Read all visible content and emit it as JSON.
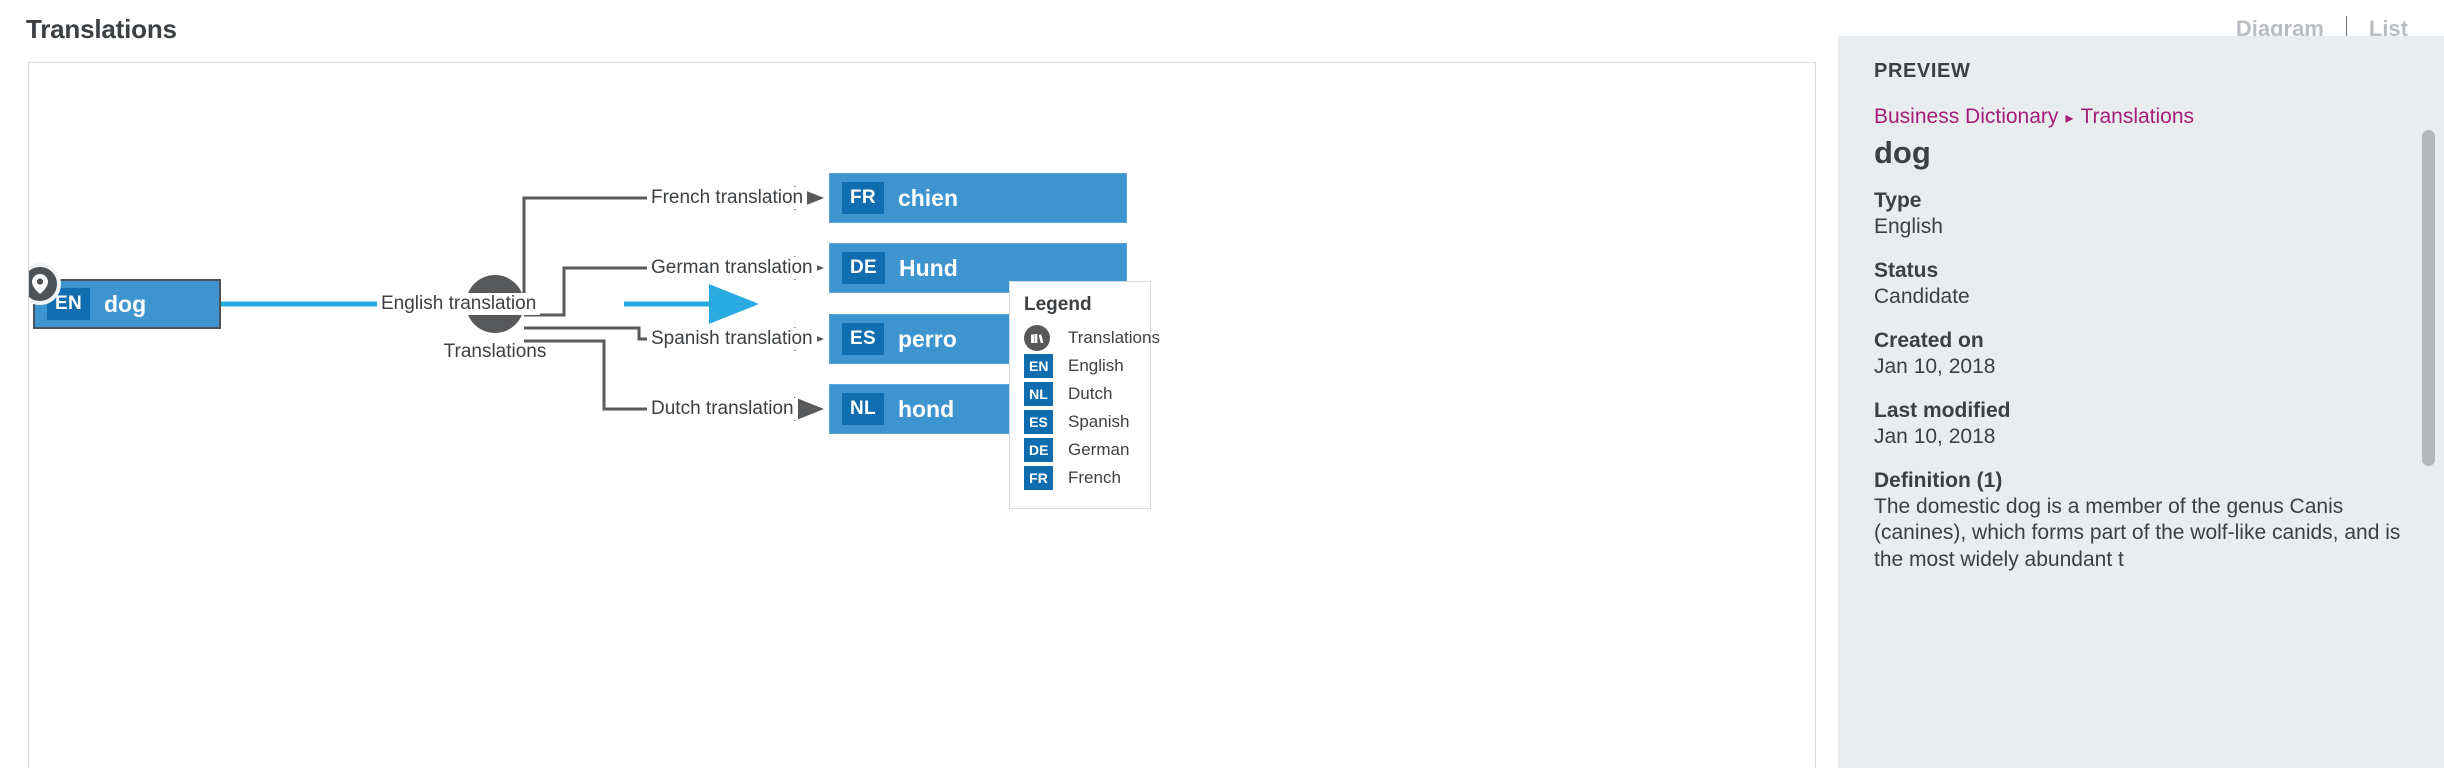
{
  "header": {
    "title": "Translations",
    "views": [
      {
        "label": "Diagram",
        "name": "diagram"
      },
      {
        "label": "List",
        "name": "list"
      }
    ]
  },
  "diagram": {
    "root": {
      "lang": "EN",
      "label": "dog",
      "badge_icon": "location-pin-icon"
    },
    "hub": {
      "label": "Translations",
      "icon": "books-icon"
    },
    "root_edge": {
      "label": "English translation",
      "color": "#29abe2"
    },
    "edges": [
      {
        "label": "French translation",
        "lang": "FR",
        "term": "chien"
      },
      {
        "label": "German translation",
        "lang": "DE",
        "term": "Hund"
      },
      {
        "label": "Spanish translation",
        "lang": "ES",
        "term": "perro"
      },
      {
        "label": "Dutch translation",
        "lang": "NL",
        "term": "hond"
      }
    ],
    "legend": {
      "title": "Legend",
      "items": [
        {
          "swatch": "circle",
          "code": "",
          "label": "Translations"
        },
        {
          "swatch": "tag",
          "code": "EN",
          "label": "English"
        },
        {
          "swatch": "tag",
          "code": "NL",
          "label": "Dutch"
        },
        {
          "swatch": "tag",
          "code": "ES",
          "label": "Spanish"
        },
        {
          "swatch": "tag",
          "code": "DE",
          "label": "German"
        },
        {
          "swatch": "tag",
          "code": "FR",
          "label": "French"
        }
      ]
    },
    "colors": {
      "node_fill": "#3d94ce",
      "lang_tag": "#106eb0",
      "hub_fill": "#58595b",
      "edge": "#58595b",
      "highlight_edge": "#29abe2"
    }
  },
  "preview": {
    "heading": "PREVIEW",
    "breadcrumb": {
      "parent": "Business Dictionary",
      "separator": "▸",
      "current": "Translations"
    },
    "term": "dog",
    "fields": [
      {
        "label": "Type",
        "value": "English"
      },
      {
        "label": "Status",
        "value": "Candidate"
      },
      {
        "label": "Created on",
        "value": "Jan 10, 2018"
      },
      {
        "label": "Last modified",
        "value": "Jan 10, 2018"
      }
    ],
    "definition": {
      "label": "Definition (1)",
      "text": "The domestic dog is a member of the genus Canis (canines), which forms part of the wolf-like canids, and is the most widely abundant t"
    },
    "accent_color": "#a31e78",
    "bg_color": "#e9edf0"
  }
}
